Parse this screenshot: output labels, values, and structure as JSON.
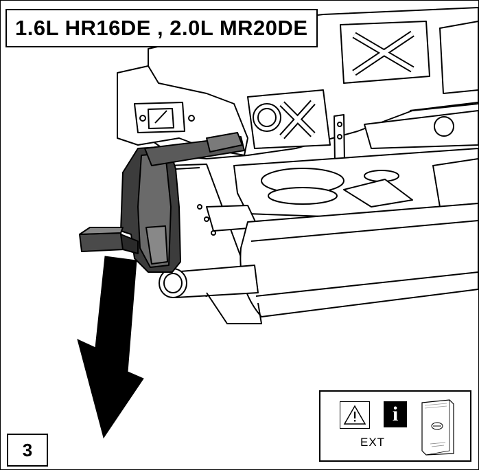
{
  "title": "1.6L HR16DE , 2.0L MR20DE",
  "step_number": "3",
  "info_panel": {
    "ext_label": "EXT",
    "icons": [
      "warning-triangle-icon",
      "info-icon",
      "service-manual-icon"
    ]
  },
  "colors": {
    "line": "#000000",
    "background": "#ffffff",
    "part_fill": "#4a4a4a",
    "arrow_fill": "#000000"
  }
}
